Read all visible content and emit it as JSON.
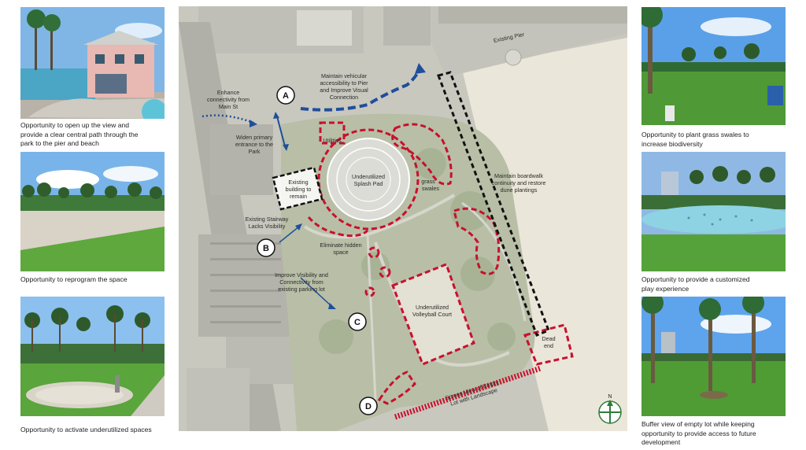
{
  "left_panel": {
    "captions": [
      [
        "Opportunity to open up the view and",
        "provide a clear central path through the",
        "park to the pier and beach"
      ],
      [
        "Opportunity to reprogram the space"
      ],
      [
        "Opportunity to activate underutilized spaces"
      ]
    ]
  },
  "right_panel": {
    "captions": [
      [
        "Opportunity to plant grass swales to",
        "increase biodiversity"
      ],
      [
        "Opportunity to provide a customized",
        "play experience"
      ],
      [
        "Buffer view of empty lot while keeping",
        "opportunity to provide access to future",
        "development"
      ]
    ]
  },
  "map": {
    "markers": {
      "a": "A",
      "b": "B",
      "c": "C",
      "d": "D"
    },
    "north": "N",
    "labels": {
      "existing_pier": "Existing Pier",
      "vehicular": [
        "Maintain vehicular",
        "accessibility to Pier",
        "and Improve Visual",
        "Connection"
      ],
      "enhance": [
        "Enhance",
        "connectivity from",
        "Main St"
      ],
      "widen": [
        "Widen primary",
        "entrance to the",
        "Park"
      ],
      "utilities": "Utilities",
      "splash_pad": [
        "Underutilized",
        "Splash Pad"
      ],
      "grass_swales": [
        "grass",
        "swales"
      ],
      "boardwalk": [
        "Maintain boardwalk",
        "continuity and restore",
        "dune plantings"
      ],
      "existing_building": [
        "Existing",
        "building to",
        "remain"
      ],
      "stairway": [
        "Existing Stairway",
        "Lacks Visibility"
      ],
      "hidden_space": [
        "Eliminate hidden",
        "space"
      ],
      "visibility": [
        "Improve Visibility and",
        "Connectivity from",
        "existing parking lot"
      ],
      "volleyball": [
        "Underutilized",
        "Volleyball Court"
      ],
      "dead_end": [
        "Dead",
        "end"
      ],
      "screen_view": [
        "Screen View of Empty",
        "Lot with Landscape"
      ]
    }
  },
  "colors": {
    "red_dash": "#c8102e",
    "blue_arrow": "#1f4e9c",
    "black_dash": "#111111",
    "north_green": "#2f7d3a"
  }
}
